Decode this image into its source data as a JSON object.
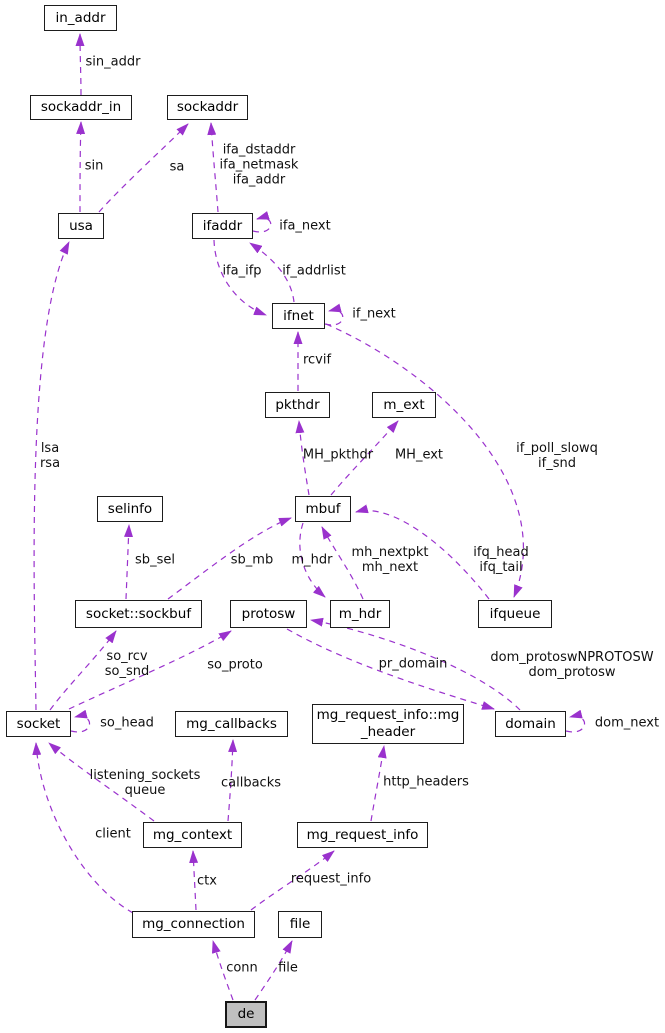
{
  "colors": {
    "edge": "#9a32cd",
    "node_border": "#1d1d1d",
    "node_fill": "#ffffff",
    "selected_node_fill": "#bfbfbf",
    "text": "#000000",
    "background": "#ffffff"
  },
  "nodes": {
    "in_addr": "in_addr",
    "sockaddr_in": "sockaddr_in",
    "sockaddr": "sockaddr",
    "usa": "usa",
    "ifaddr": "ifaddr",
    "ifnet": "ifnet",
    "pkthdr": "pkthdr",
    "m_ext": "m_ext",
    "mbuf": "mbuf",
    "selinfo": "selinfo",
    "sockbuf": "socket::sockbuf",
    "protosw": "protosw",
    "m_hdr": "m_hdr",
    "ifqueue": "ifqueue",
    "socket": "socket",
    "mg_callbacks": "mg_callbacks",
    "mg_header": "mg_request_info::mg\n_header",
    "domain": "domain",
    "mg_context": "mg_context",
    "mg_request_info": "mg_request_info",
    "mg_connection": "mg_connection",
    "file": "file",
    "de": "de"
  },
  "edge_labels": {
    "sin_addr": "sin_addr",
    "sin": "sin",
    "sa": "sa",
    "ifa_addrs": "ifa_dstaddr\nifa_netmask\nifa_addr",
    "ifa_next": "ifa_next",
    "ifa_ifp": "ifa_ifp",
    "if_addrlist": "if_addrlist",
    "if_next": "if_next",
    "rcvif": "rcvif",
    "mh_pkthdr": "MH_pkthdr",
    "mh_ext": "MH_ext",
    "if_snd": "if_poll_slowq\nif_snd",
    "sb_sel": "sb_sel",
    "sb_mb": "sb_mb",
    "m_hdr_field": "m_hdr",
    "mh_next": "mh_nextpkt\nmh_next",
    "ifq": "ifq_head\nifq_tail",
    "lsa_rsa": "lsa\nrsa",
    "so_rcv_snd": "so_rcv\nso_snd",
    "so_proto": "so_proto",
    "pr_domain": "pr_domain",
    "dom_protosw": "dom_protoswNPROTOSW\ndom_protosw",
    "dom_next": "dom_next",
    "so_head": "so_head",
    "listening": "listening_sockets\nqueue",
    "callbacks": "callbacks",
    "client": "client",
    "ctx": "ctx",
    "request_info": "request_info",
    "http_headers": "http_headers",
    "conn": "conn",
    "file": "file"
  }
}
